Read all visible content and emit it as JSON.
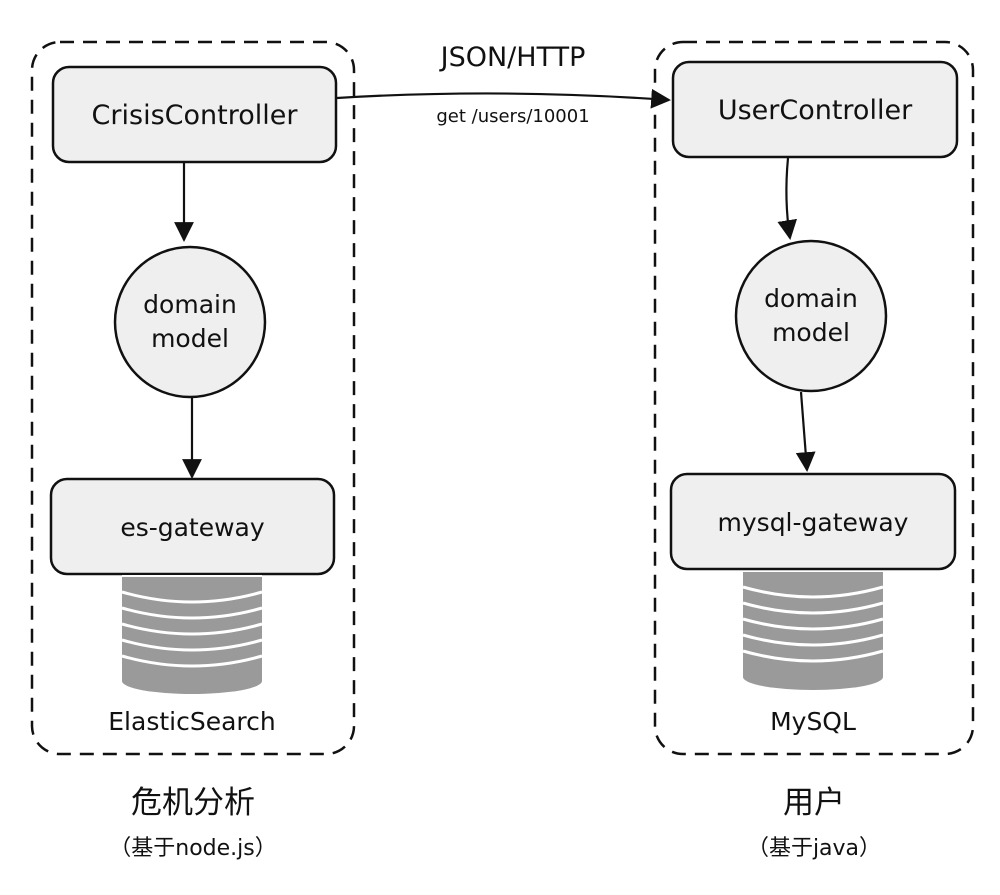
{
  "connection": {
    "protocol": "JSON/HTTP",
    "request": "get  /users/10001"
  },
  "left_service": {
    "controller": "CrisisController",
    "model_line1": "domain",
    "model_line2": "model",
    "gateway": "es-gateway",
    "database": "ElasticSearch",
    "title": "危机分析",
    "subtitle": "（基于node.js）"
  },
  "right_service": {
    "controller": "UserController",
    "model_line1": "domain",
    "model_line2": "model",
    "gateway": "mysql-gateway",
    "database": "MySQL",
    "title": "用户",
    "subtitle": "（基于java）"
  },
  "colors": {
    "box_fill": "#efefef",
    "stroke": "#111111",
    "db_fill": "#9a9a9a"
  }
}
